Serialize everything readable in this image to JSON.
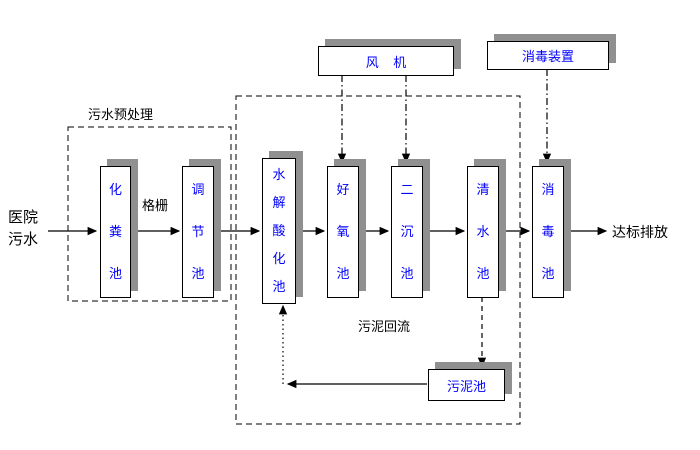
{
  "labels": {
    "influent": "医院污水",
    "effluent": "达标排放",
    "pretreatment": "污水预处理",
    "screen": "格栅",
    "sludge_return": "污泥回流"
  },
  "equipment": {
    "fan": "风    机",
    "disinfection_device": "消毒装置",
    "sludge_tank": "污泥池"
  },
  "tanks": [
    {
      "label": "化粪池"
    },
    {
      "label": "调节池"
    },
    {
      "label": "水解酸化池"
    },
    {
      "label": "好氧池"
    },
    {
      "label": "二沉池"
    },
    {
      "label": "清水池"
    },
    {
      "label": "消毒池"
    }
  ],
  "colors": {
    "box_text": "#0000ff",
    "shadow": "#909090",
    "line": "#000000"
  }
}
